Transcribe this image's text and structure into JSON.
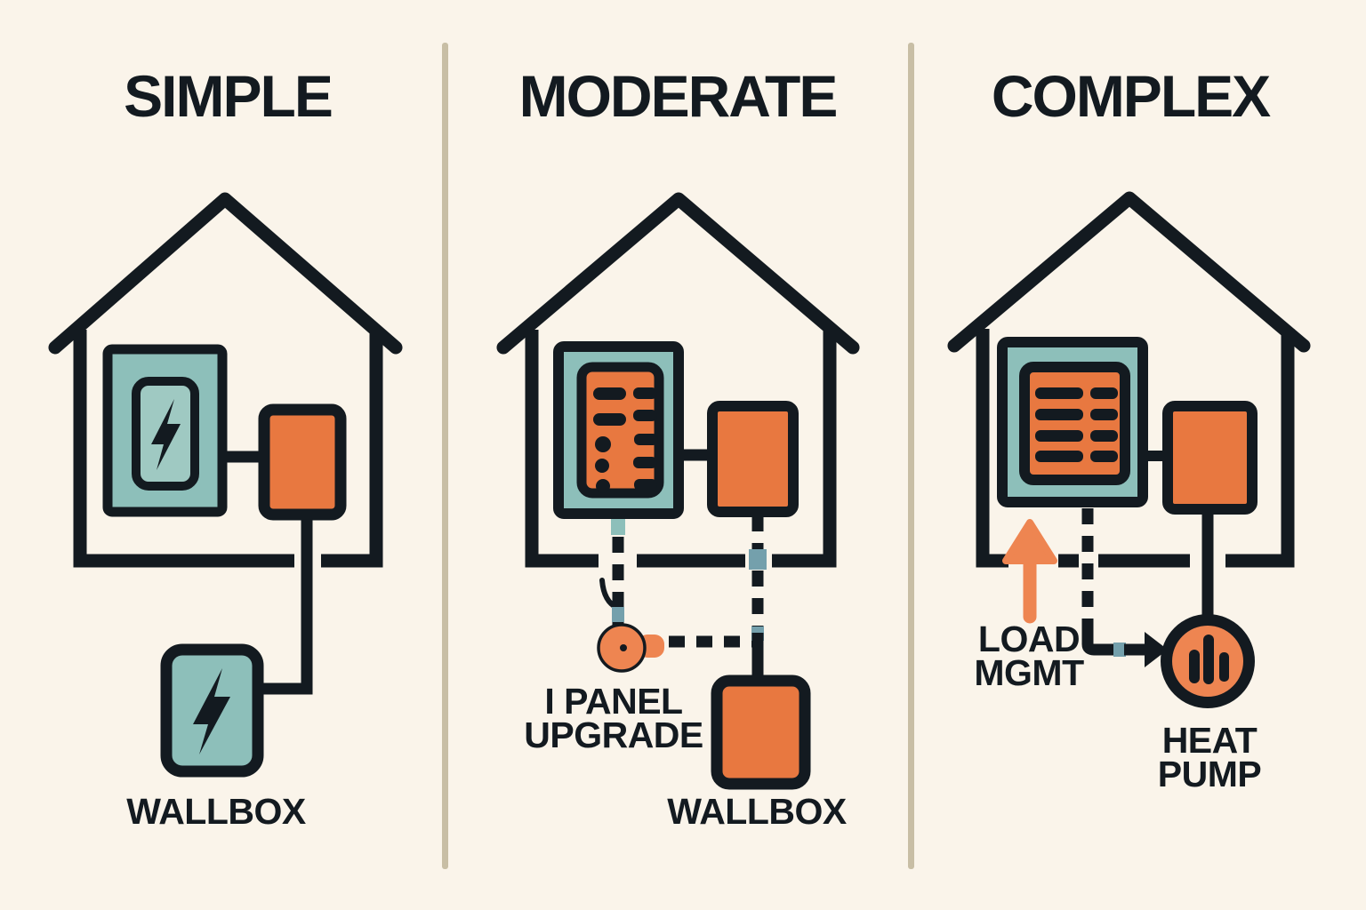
{
  "colors": {
    "bg": "#FAF4EA",
    "ink": "#131A20",
    "teal": "#8DBFBA",
    "teal2": "#9FC9C2",
    "orange": "#E87840",
    "orange2": "#EE8551",
    "divider": "#C8BEA5",
    "tick": "#74A0AC"
  },
  "icons": [
    "house-icon",
    "electrical-panel-icon",
    "lightning-bolt-icon",
    "breaker-rows-icon",
    "meter-box-icon",
    "wallbox-icon",
    "plug-icon",
    "up-arrow-icon",
    "heat-pump-icon",
    "wire-arrow-icon"
  ],
  "columns": [
    {
      "id": "simple",
      "title": "SIMPLE",
      "labels": {
        "wallbox": "WALLBOX"
      }
    },
    {
      "id": "moderate",
      "title": "MODERATE",
      "labels": {
        "panel_upgrade_1": "I PANEL",
        "panel_upgrade_2": "UPGRADE",
        "wallbox": "WALLBOX"
      }
    },
    {
      "id": "complex",
      "title": "COMPLEX",
      "labels": {
        "load_mgmt_1": "LOAD",
        "load_mgmt_2": "MGMT",
        "heat_pump_1": "HEAT",
        "heat_pump_2": "PUMP"
      }
    }
  ]
}
